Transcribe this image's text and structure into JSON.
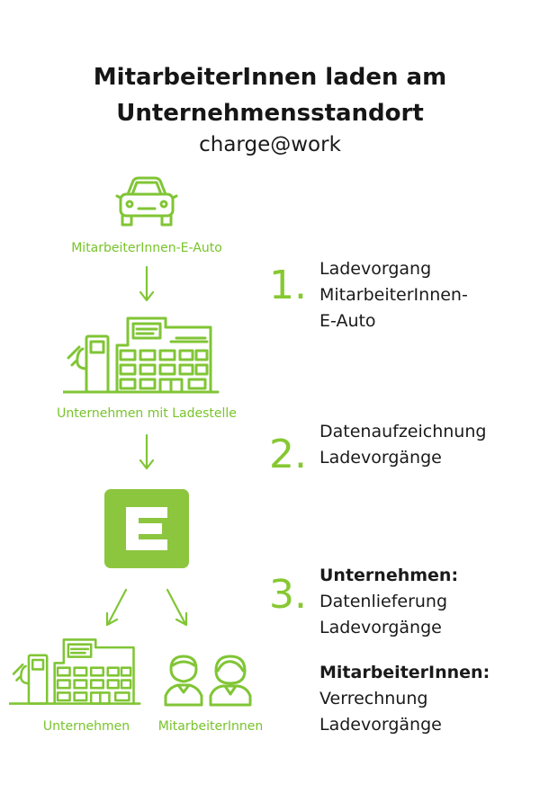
{
  "title": {
    "line1": "MitarbeiterInnen laden am",
    "line2": "Unternehmensstandort"
  },
  "subtitle": "charge@work",
  "flow": {
    "car_label": "MitarbeiterInnen-E-Auto",
    "company_label": "Unternehmen mit Ladestelle",
    "bottom_company_label": "Unternehmen",
    "bottom_employees_label": "MitarbeiterInnen"
  },
  "steps": [
    {
      "number": "1.",
      "lines": [
        "Ladevorgang",
        "MitarbeiterInnen-",
        "E-Auto"
      ]
    },
    {
      "number": "2.",
      "lines": [
        "Datenaufzeichnung",
        "Ladevorgänge"
      ]
    },
    {
      "number": "3.",
      "company_heading": "Unternehmen:",
      "company_lines": [
        "Datenlieferung",
        "Ladevorgänge"
      ],
      "employees_heading": "MitarbeiterInnen:",
      "employees_lines": [
        "Verrechnung",
        "Ladevorgänge"
      ]
    }
  ],
  "colors": {
    "accent_green": "#80c535",
    "text_dark": "#1a1a1a",
    "logo_green": "#8cc63f"
  },
  "icons": [
    "car-icon",
    "building-charger-icon",
    "arrow-down-icon",
    "energy-logo-icon",
    "employees-icon"
  ]
}
